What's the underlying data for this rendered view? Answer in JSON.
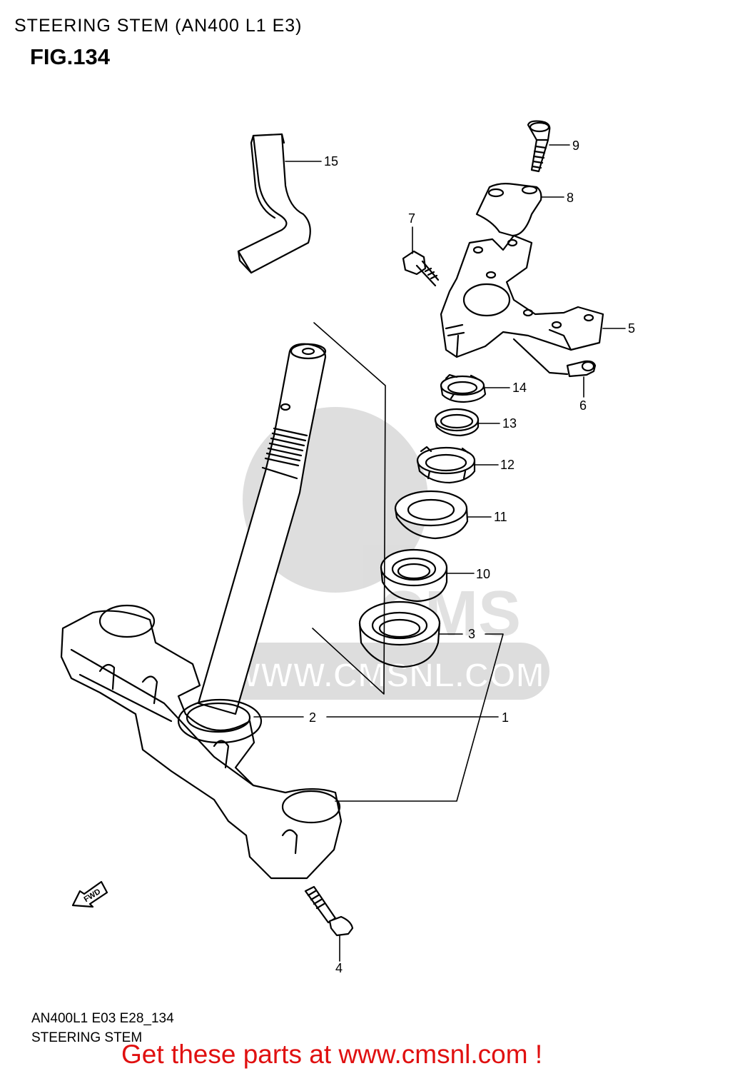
{
  "header": {
    "title": "STEERING STEM (AN400 L1 E3)",
    "figure": "FIG.134"
  },
  "watermark": {
    "text": "WWW.CMSNL.COM",
    "logo": "CMS"
  },
  "callouts": [
    {
      "id": "1",
      "label": "1"
    },
    {
      "id": "2",
      "label": "2"
    },
    {
      "id": "3",
      "label": "3"
    },
    {
      "id": "4",
      "label": "4"
    },
    {
      "id": "5",
      "label": "5"
    },
    {
      "id": "6",
      "label": "6"
    },
    {
      "id": "7",
      "label": "7"
    },
    {
      "id": "8",
      "label": "8"
    },
    {
      "id": "9",
      "label": "9"
    },
    {
      "id": "10",
      "label": "10"
    },
    {
      "id": "11",
      "label": "11"
    },
    {
      "id": "12",
      "label": "12"
    },
    {
      "id": "13",
      "label": "13"
    },
    {
      "id": "14",
      "label": "14"
    },
    {
      "id": "15",
      "label": "15"
    }
  ],
  "arrow": {
    "label": "FWD"
  },
  "footer": {
    "code": "AN400L1 E03 E28_134",
    "name": "STEERING STEM",
    "promo": "Get these parts at www.cmsnl.com !",
    "promo_color": "#e01010"
  }
}
